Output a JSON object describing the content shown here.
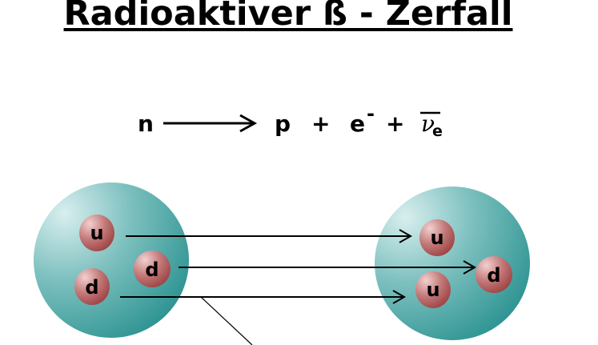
{
  "title": "Radioaktiver ß - Zerfall",
  "equation": {
    "reactant": "n",
    "products": [
      "p",
      "+",
      "e",
      "-",
      "+",
      "ν",
      "e"
    ]
  },
  "neutron_quarks": [
    "u",
    "d",
    "d"
  ],
  "proton_quarks": [
    "u",
    "d",
    "u"
  ],
  "colors": {
    "nucleon": "#3a9e9c",
    "quark": "#b05a5a"
  }
}
